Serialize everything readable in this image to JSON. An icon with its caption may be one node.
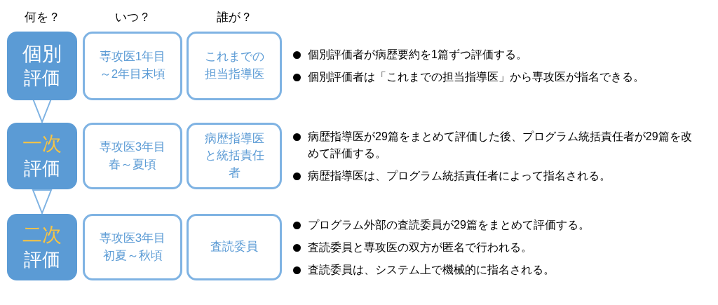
{
  "diagram": {
    "nodes": [
      {
        "text": [
          "個別",
          "評価"
        ]
      },
      {
        "text": [
          "専攻医1年目～2年目末頃"
        ]
      },
      {
        "text": [
          "これまでの担当指導医"
        ]
      },
      {
        "text": [
          "一次",
          "評価"
        ]
      },
      {
        "text": [
          "専攻医3年目春～夏頃"
        ]
      },
      {
        "text": [
          "病歴指導医と統括責任者"
        ]
      },
      {
        "text": [
          "二次",
          "評価"
        ]
      },
      {
        "text": [
          "専攻医3年目初夏～秋頃"
        ]
      },
      {
        "text": [
          "査読委員"
        ]
      }
    ],
    "edges": [
      {
        "from": 0,
        "to": 3,
        "arrow": "to"
      },
      {
        "from": 3,
        "to": 6,
        "arrow": "to"
      }
    ],
    "labels": [
      "何を？",
      "いつ？",
      "誰が？",
      "個別評価者が病歴要約を1篇ずつ評価する。",
      "個別評価者は「これまでの担当指導医」から専攻医が指名できる。",
      "病歴指導医が29篇をまとめて評価した後、プログラム統括責任者が29篇を改めて評価する。",
      "病歴指導医は、プログラム統括責任者によって指名される。",
      "プログラム外部の査読委員が29篇をまとめて評価する。",
      "査読委員と専攻医の双方が匿名で行われる。",
      "査読委員は、システム上で機械的に指名される。"
    ]
  }
}
